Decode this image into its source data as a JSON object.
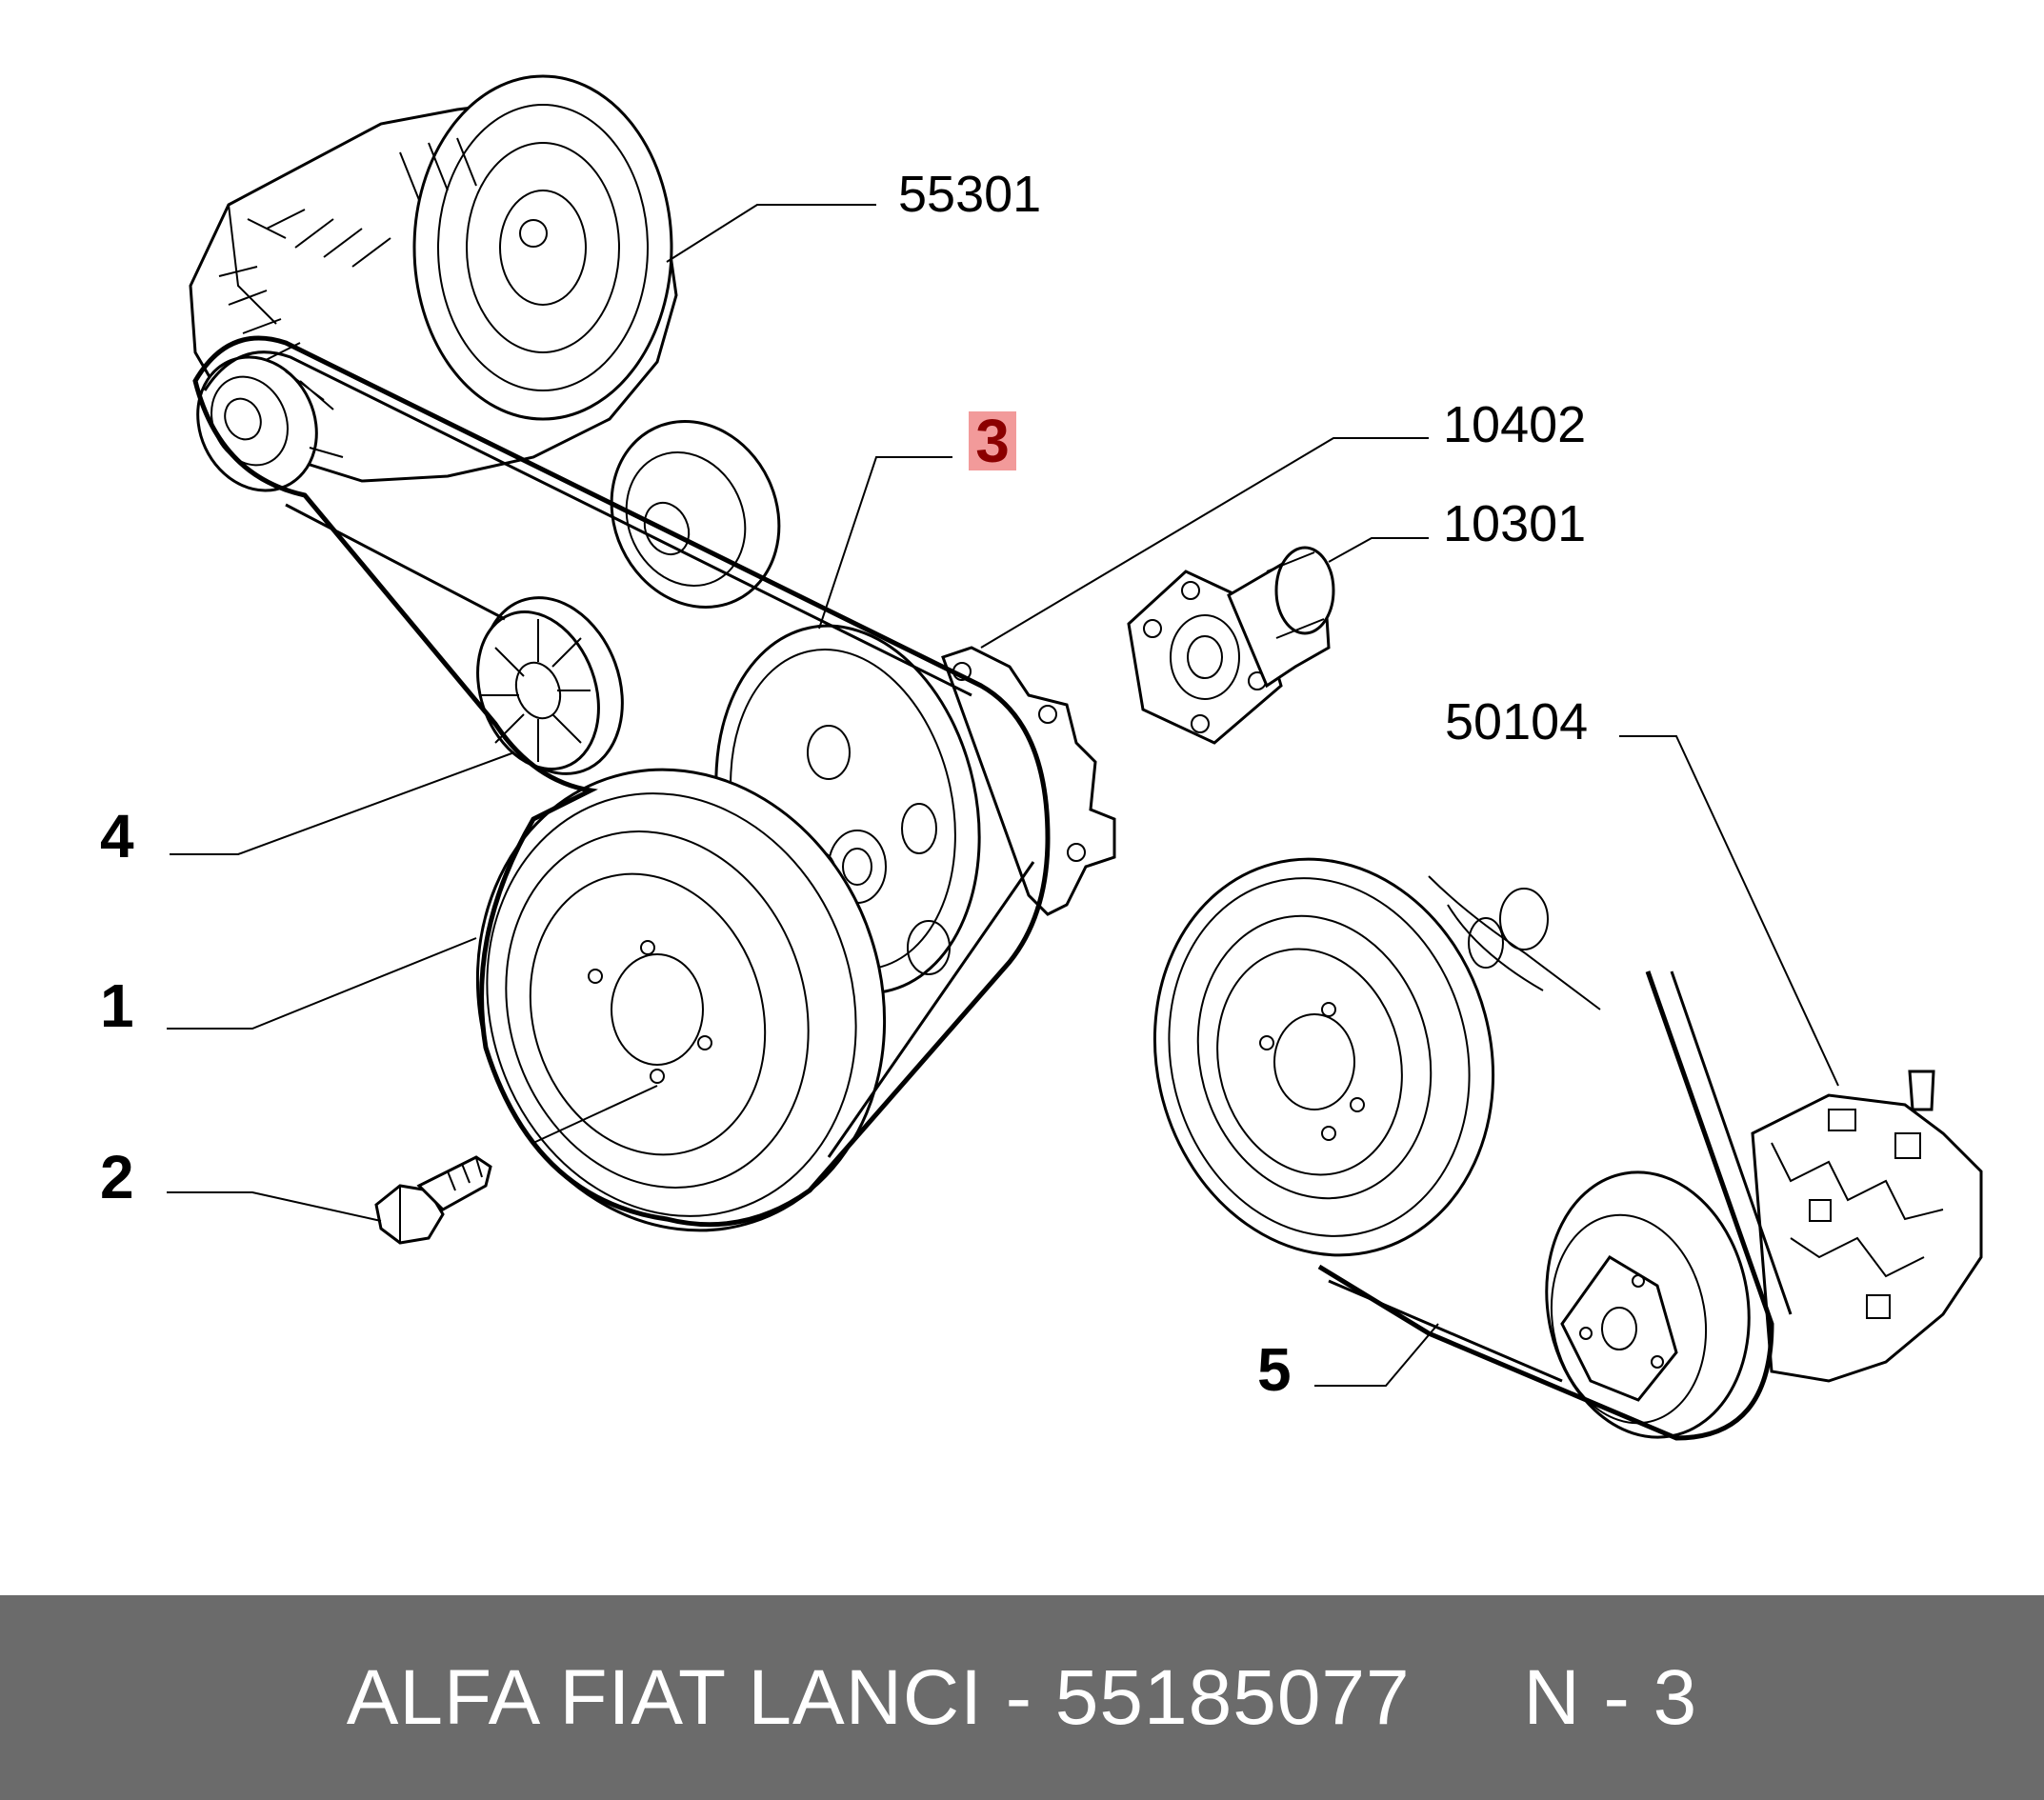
{
  "callouts": {
    "p55301": "55301",
    "p3": "3",
    "p10402": "10402",
    "p10301": "10301",
    "p50104": "50104",
    "p4": "4",
    "p1": "1",
    "p2": "2",
    "p5": "5"
  },
  "highlight_color": "#f29a9a",
  "highlight_text_color": "#8b0000",
  "footer": {
    "text": "ALFA FIAT LANCI - 55185077     N - 3"
  }
}
